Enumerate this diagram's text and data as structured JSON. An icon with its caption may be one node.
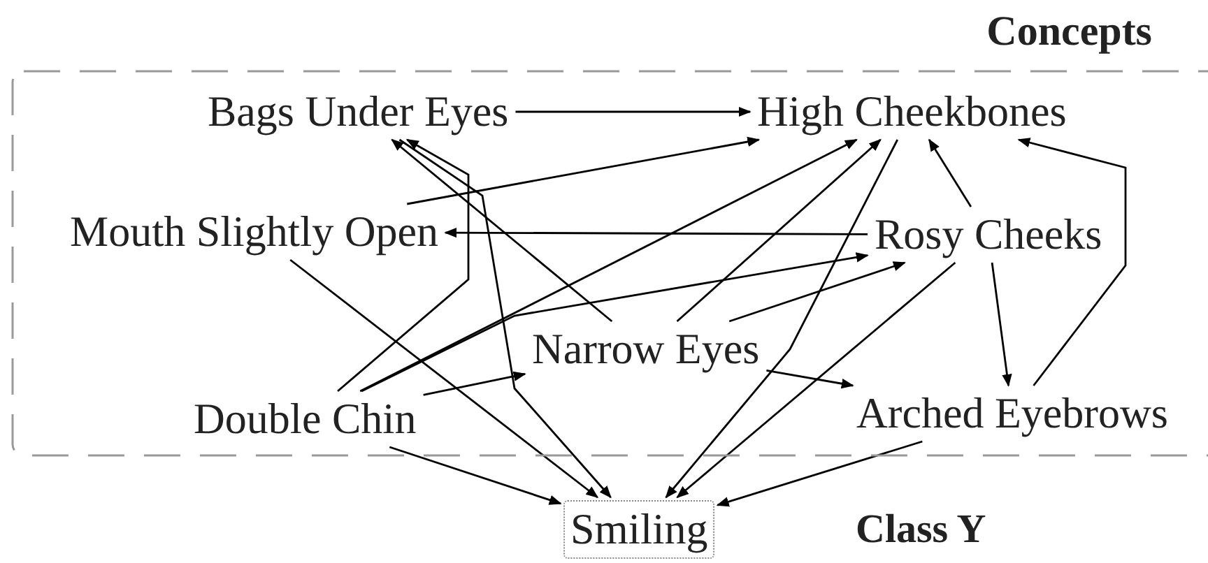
{
  "diagram": {
    "nodes": [
      {
        "text": [
          "Concepts"
        ]
      },
      {
        "text": [
          "Bags Under Eyes"
        ],
        "in": 0
      },
      {
        "text": [
          "High Cheekbones"
        ],
        "in": 0
      },
      {
        "text": [
          "Mouth Slightly Open"
        ],
        "in": 0
      },
      {
        "text": [
          "Rosy Cheeks"
        ],
        "in": 0
      },
      {
        "text": [
          "Narrow Eyes"
        ],
        "in": 0
      },
      {
        "text": [
          "Double Chin"
        ],
        "in": 0
      },
      {
        "text": [
          "Arched Eyebrows"
        ],
        "in": 0
      },
      {
        "text": [
          "Smiling"
        ]
      }
    ],
    "labels": [
      "Class Y"
    ],
    "edges": [
      {
        "from": 1,
        "to": 2,
        "arrow": "to"
      },
      {
        "from": 3,
        "to": 2,
        "arrow": "to"
      },
      {
        "from": 6,
        "to": 1,
        "arrow": "to"
      },
      {
        "from": 1,
        "to": 8,
        "arrow": "to"
      },
      {
        "from": 5,
        "to": 1,
        "arrow": "to"
      },
      {
        "from": 4,
        "to": 3,
        "arrow": "to"
      },
      {
        "from": 6,
        "to": 2,
        "arrow": "to"
      },
      {
        "from": 5,
        "to": 2,
        "arrow": "to"
      },
      {
        "from": 2,
        "to": 8,
        "arrow": "to"
      },
      {
        "from": 6,
        "to": 5,
        "arrow": "to"
      },
      {
        "from": 6,
        "to": 4,
        "arrow": "to"
      },
      {
        "from": 5,
        "to": 4,
        "arrow": "to"
      },
      {
        "from": 4,
        "to": 2,
        "arrow": "to"
      },
      {
        "from": 7,
        "to": 2,
        "arrow": "to"
      },
      {
        "from": 4,
        "to": 7,
        "arrow": "to"
      },
      {
        "from": 4,
        "to": 8,
        "arrow": "to"
      },
      {
        "from": 5,
        "to": 7,
        "arrow": "to"
      },
      {
        "from": 3,
        "to": 8,
        "arrow": "to"
      },
      {
        "from": 6,
        "to": 8,
        "arrow": "to"
      },
      {
        "from": 7,
        "to": 8,
        "arrow": "to"
      }
    ]
  }
}
